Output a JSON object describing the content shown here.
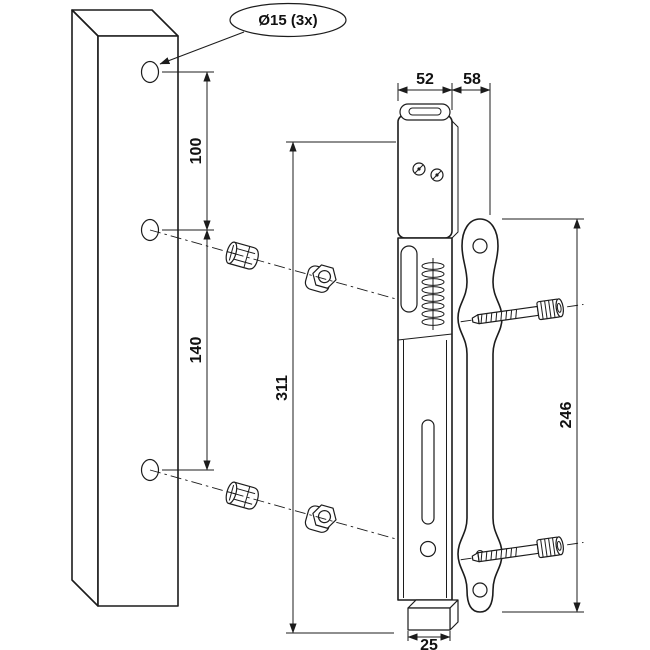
{
  "drawing": {
    "callout_diameter": "Ø15 (3x)",
    "dims": {
      "spacing_upper": "100",
      "spacing_lower": "140",
      "keeper_height": "311",
      "keeper_width": "52",
      "keeper_depth": "58",
      "plate_height": "246",
      "base_depth": "25"
    }
  }
}
